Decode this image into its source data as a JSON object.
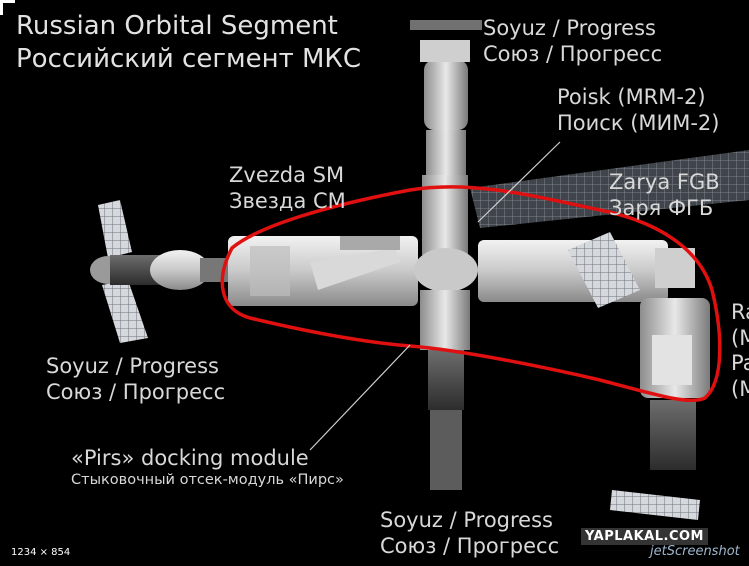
{
  "title": {
    "line1": "Russian Orbital Segment",
    "line2": "Российский сегмент МКС"
  },
  "labels": {
    "soyuz_top": {
      "en": "Soyuz / Progress",
      "ru": "Союз / Прогресс"
    },
    "poisk": {
      "en": "Poisk (MRM-2)",
      "ru": "Поиск (МИМ-2)"
    },
    "zvezda": {
      "en": "Zvezda SM",
      "ru": "Звезда СМ"
    },
    "zarya": {
      "en": "Zarya FGB",
      "ru": "Заря ФГБ"
    },
    "soyuz_left": {
      "en": "Soyuz / Progress",
      "ru": "Союз / Прогресс"
    },
    "pirs": {
      "en": "«Pirs» docking module",
      "ru": "Стыковочный отсек-модуль «Пирс»"
    },
    "soyuz_bottom": {
      "en": "Soyuz / Progress",
      "ru": "Союз / Прогресс"
    },
    "rassvet_partial": {
      "l1": "Ra",
      "l2": "(M",
      "l3": "Pa",
      "l4": "(M"
    }
  },
  "image_dimensions_text": "1234 × 854",
  "watermarks": {
    "yaplakal": "YAPLAKAL.COM",
    "jetscreenshot": "jetScreenshot"
  },
  "colors": {
    "background": "#000000",
    "outline": "#e01010",
    "text": "#d8d8d8"
  }
}
